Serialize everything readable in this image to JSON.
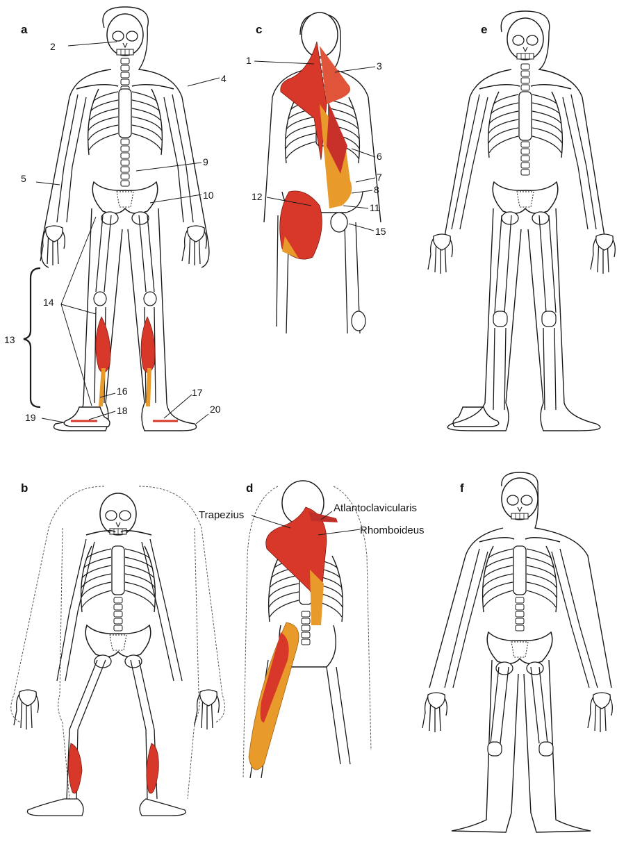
{
  "panels": {
    "a": "a",
    "b": "b",
    "c": "c",
    "d": "d",
    "e": "e",
    "f": "f"
  },
  "panel_a_labels": [
    "2",
    "4",
    "5",
    "9",
    "10",
    "13",
    "14",
    "16",
    "17",
    "18",
    "19",
    "20"
  ],
  "panel_c_labels": [
    "1",
    "3",
    "6",
    "7",
    "8",
    "11",
    "12",
    "15"
  ],
  "panel_d_labels": {
    "atlantoclavicularis": "Atlantoclavicularis",
    "trapezius": "Trapezius",
    "rhomboideus": "Rhomboideus"
  },
  "colors": {
    "muscle_red": "#d8382a",
    "muscle_orange": "#e89a2a",
    "line": "#1a1a1a",
    "background": "#ffffff"
  }
}
